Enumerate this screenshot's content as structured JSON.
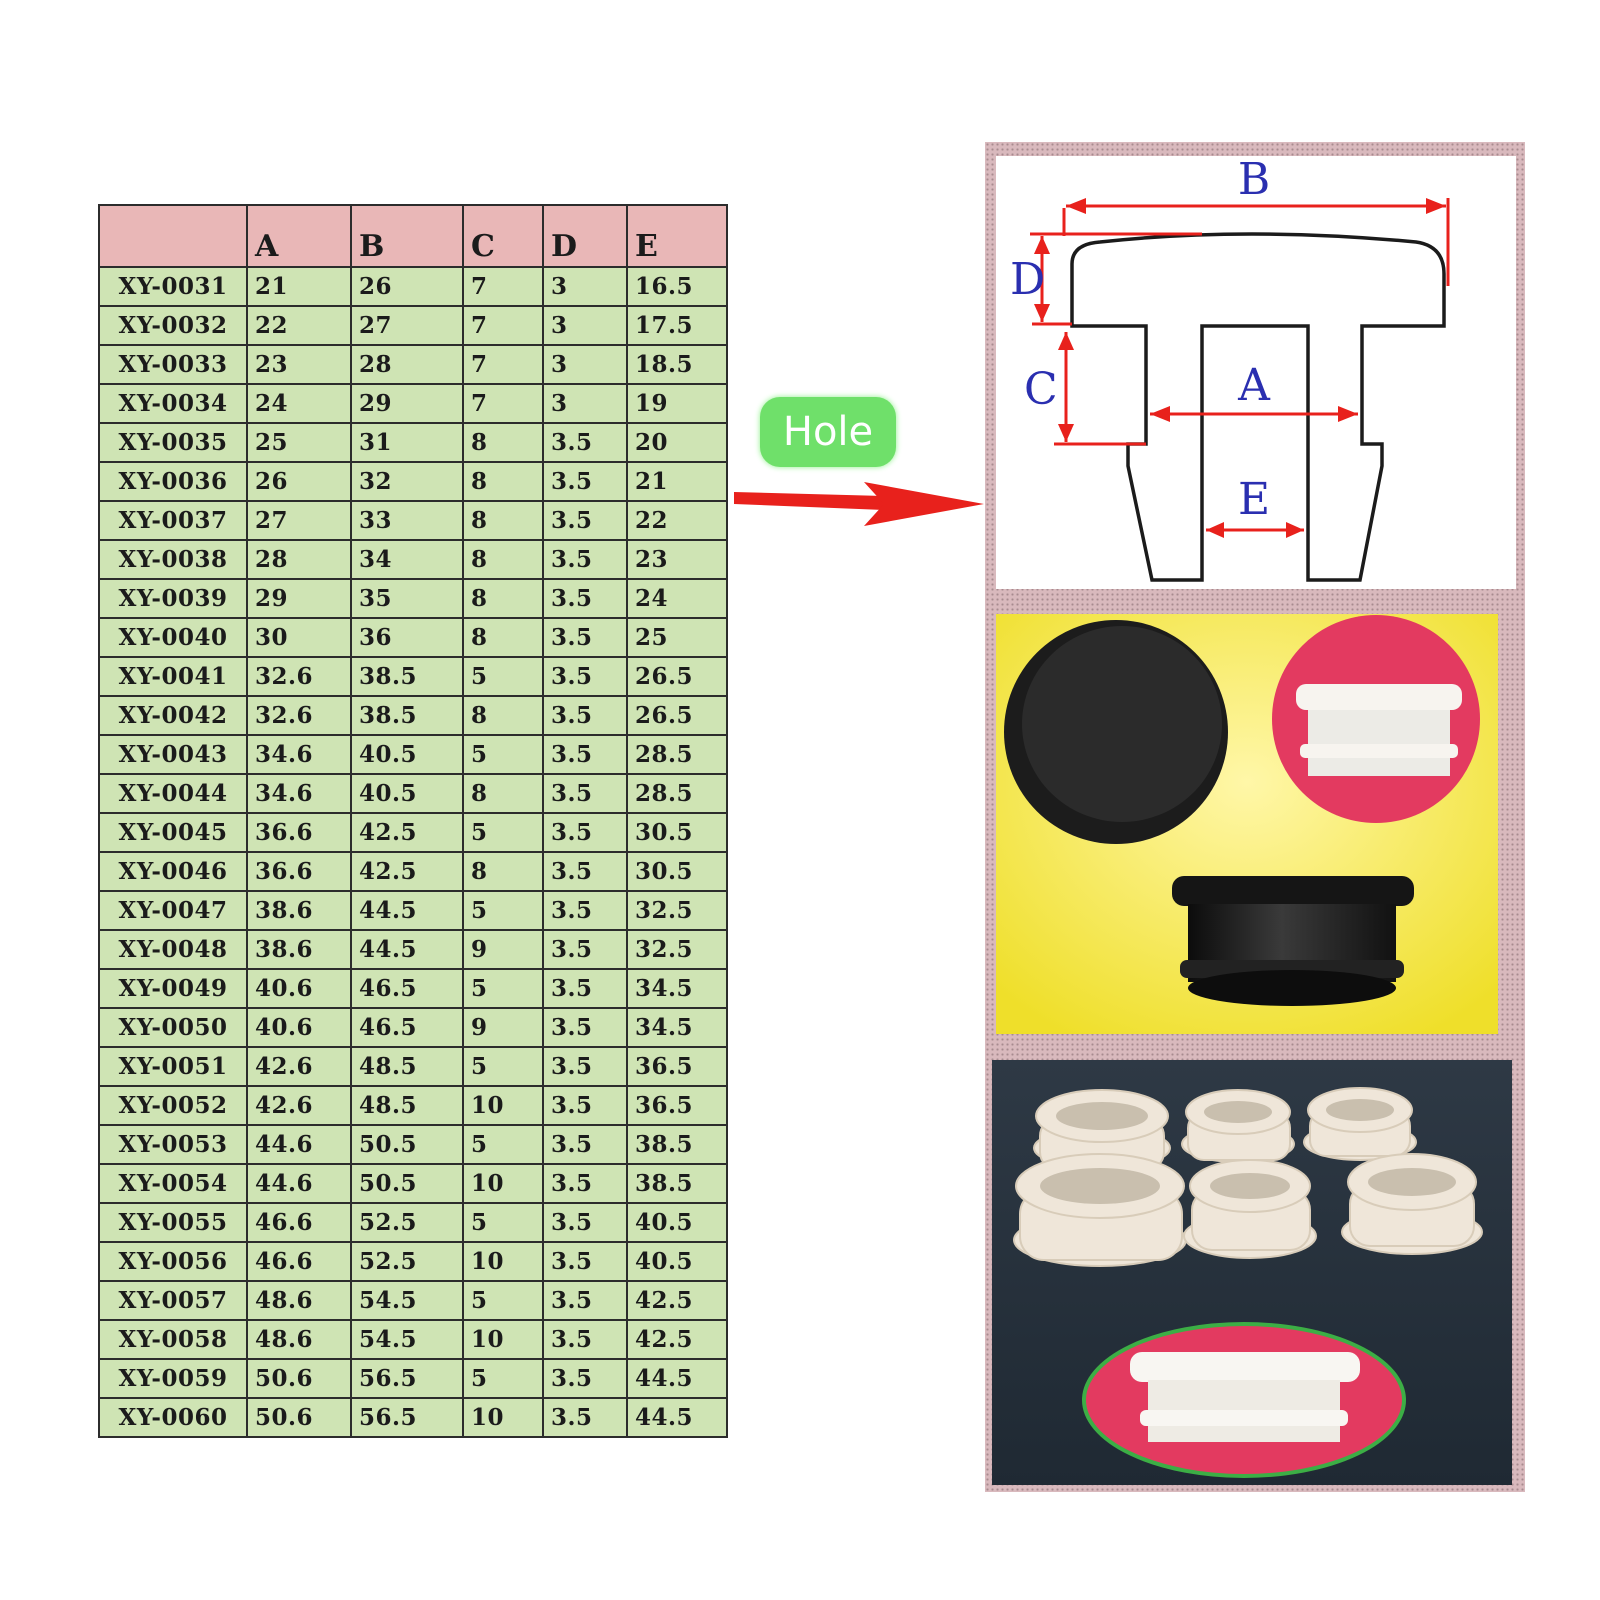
{
  "table": {
    "headers": [
      "",
      "A",
      "B",
      "C",
      "D",
      "E"
    ],
    "rows": [
      [
        "XY-0031",
        "21",
        "26",
        "7",
        "3",
        "16.5"
      ],
      [
        "XY-0032",
        "22",
        "27",
        "7",
        "3",
        "17.5"
      ],
      [
        "XY-0033",
        "23",
        "28",
        "7",
        "3",
        "18.5"
      ],
      [
        "XY-0034",
        "24",
        "29",
        "7",
        "3",
        "19"
      ],
      [
        "XY-0035",
        "25",
        "31",
        "8",
        "3.5",
        "20"
      ],
      [
        "XY-0036",
        "26",
        "32",
        "8",
        "3.5",
        "21"
      ],
      [
        "XY-0037",
        "27",
        "33",
        "8",
        "3.5",
        "22"
      ],
      [
        "XY-0038",
        "28",
        "34",
        "8",
        "3.5",
        "23"
      ],
      [
        "XY-0039",
        "29",
        "35",
        "8",
        "3.5",
        "24"
      ],
      [
        "XY-0040",
        "30",
        "36",
        "8",
        "3.5",
        "25"
      ],
      [
        "XY-0041",
        "32.6",
        "38.5",
        "5",
        "3.5",
        "26.5"
      ],
      [
        "XY-0042",
        "32.6",
        "38.5",
        "8",
        "3.5",
        "26.5"
      ],
      [
        "XY-0043",
        "34.6",
        "40.5",
        "5",
        "3.5",
        "28.5"
      ],
      [
        "XY-0044",
        "34.6",
        "40.5",
        "8",
        "3.5",
        "28.5"
      ],
      [
        "XY-0045",
        "36.6",
        "42.5",
        "5",
        "3.5",
        "30.5"
      ],
      [
        "XY-0046",
        "36.6",
        "42.5",
        "8",
        "3.5",
        "30.5"
      ],
      [
        "XY-0047",
        "38.6",
        "44.5",
        "5",
        "3.5",
        "32.5"
      ],
      [
        "XY-0048",
        "38.6",
        "44.5",
        "9",
        "3.5",
        "32.5"
      ],
      [
        "XY-0049",
        "40.6",
        "46.5",
        "5",
        "3.5",
        "34.5"
      ],
      [
        "XY-0050",
        "40.6",
        "46.5",
        "9",
        "3.5",
        "34.5"
      ],
      [
        "XY-0051",
        "42.6",
        "48.5",
        "5",
        "3.5",
        "36.5"
      ],
      [
        "XY-0052",
        "42.6",
        "48.5",
        "10",
        "3.5",
        "36.5"
      ],
      [
        "XY-0053",
        "44.6",
        "50.5",
        "5",
        "3.5",
        "38.5"
      ],
      [
        "XY-0054",
        "44.6",
        "50.5",
        "10",
        "3.5",
        "38.5"
      ],
      [
        "XY-0055",
        "46.6",
        "52.5",
        "5",
        "3.5",
        "40.5"
      ],
      [
        "XY-0056",
        "46.6",
        "52.5",
        "10",
        "3.5",
        "40.5"
      ],
      [
        "XY-0057",
        "48.6",
        "54.5",
        "5",
        "3.5",
        "42.5"
      ],
      [
        "XY-0058",
        "48.6",
        "54.5",
        "10",
        "3.5",
        "42.5"
      ],
      [
        "XY-0059",
        "50.6",
        "56.5",
        "5",
        "3.5",
        "44.5"
      ],
      [
        "XY-0060",
        "50.6",
        "56.5",
        "10",
        "3.5",
        "44.5"
      ]
    ]
  },
  "badge": {
    "label": "Hole"
  },
  "diagram": {
    "labels": {
      "a": "A",
      "b": "B",
      "c": "C",
      "d": "D",
      "e": "E"
    }
  },
  "colors": {
    "header_bg": "#e9b7b7",
    "row_bg": "#cfe4b4",
    "badge_bg": "#6fe06a",
    "arrow": "#e8211c",
    "dimension_line": "#e8211c",
    "dimension_label": "#2a2fb0"
  },
  "icons": {
    "pointer": "red-arrow-right-icon"
  }
}
